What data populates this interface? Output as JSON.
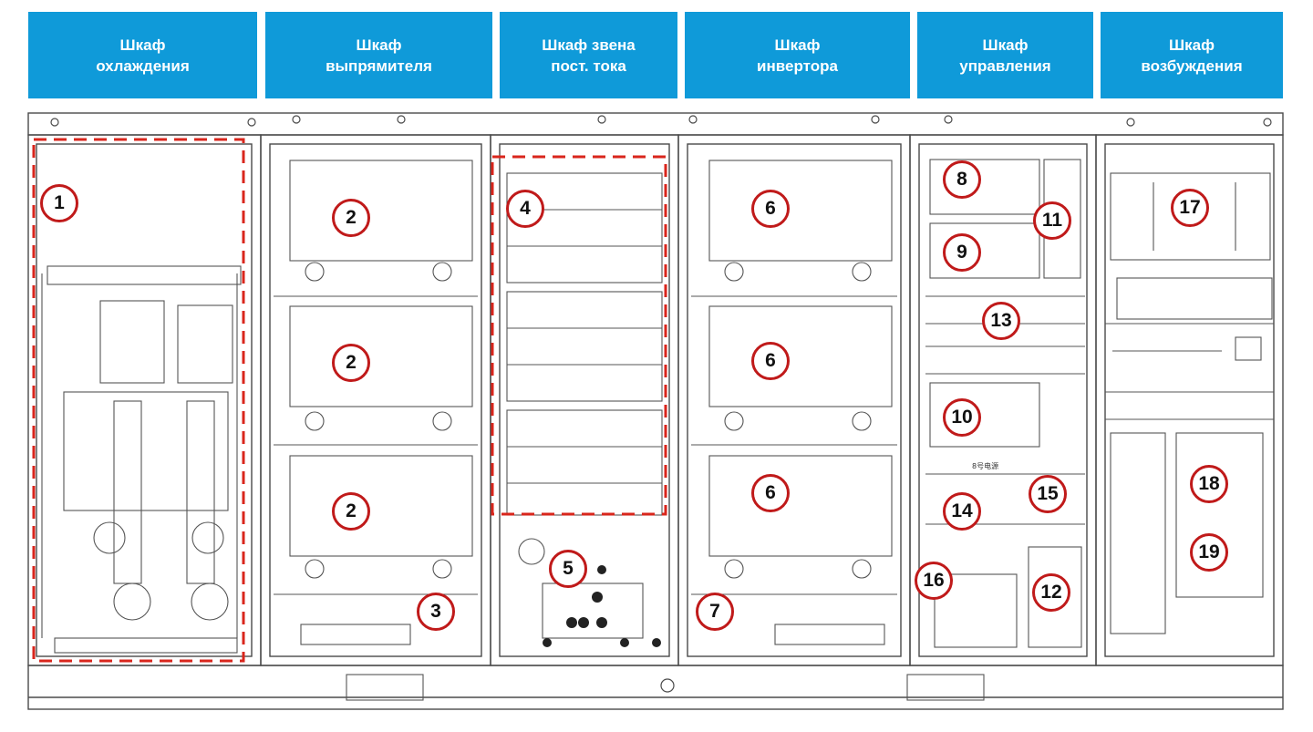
{
  "headers": [
    {
      "id": "cooling",
      "label": "Шкаф\nохлаждения"
    },
    {
      "id": "rectifier",
      "label": "Шкаф\nвыпрямителя"
    },
    {
      "id": "dc-link",
      "label": "Шкаф звена\nпост. тока"
    },
    {
      "id": "inverter",
      "label": "Шкаф\nинвертора"
    },
    {
      "id": "control",
      "label": "Шкаф\nуправления"
    },
    {
      "id": "excitation",
      "label": "Шкаф\nвозбуждения"
    }
  ],
  "markers": [
    "1",
    "2",
    "2",
    "2",
    "3",
    "4",
    "5",
    "6",
    "6",
    "6",
    "7",
    "8",
    "9",
    "10",
    "11",
    "12",
    "13",
    "14",
    "15",
    "16",
    "17",
    "18",
    "19"
  ],
  "panel_text": "8号电源",
  "colors": {
    "header_bg": "#0f9ad9",
    "header_text": "#ffffff",
    "marker_border": "#c01a1a",
    "dashed_outline": "#d9261c",
    "line": "#4a4a4a"
  }
}
